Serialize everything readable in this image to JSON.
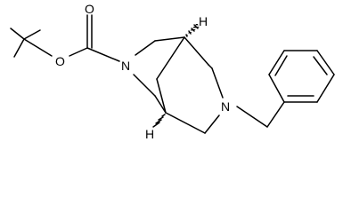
{
  "molecule": {
    "atoms": {
      "carbonyl_oxygen": "O",
      "ester_oxygen": "O",
      "nitrogen_carbamate": "N",
      "nitrogen_benzyl": "N",
      "bridgehead_h_top": "H",
      "bridgehead_h_bottom": "H"
    }
  }
}
